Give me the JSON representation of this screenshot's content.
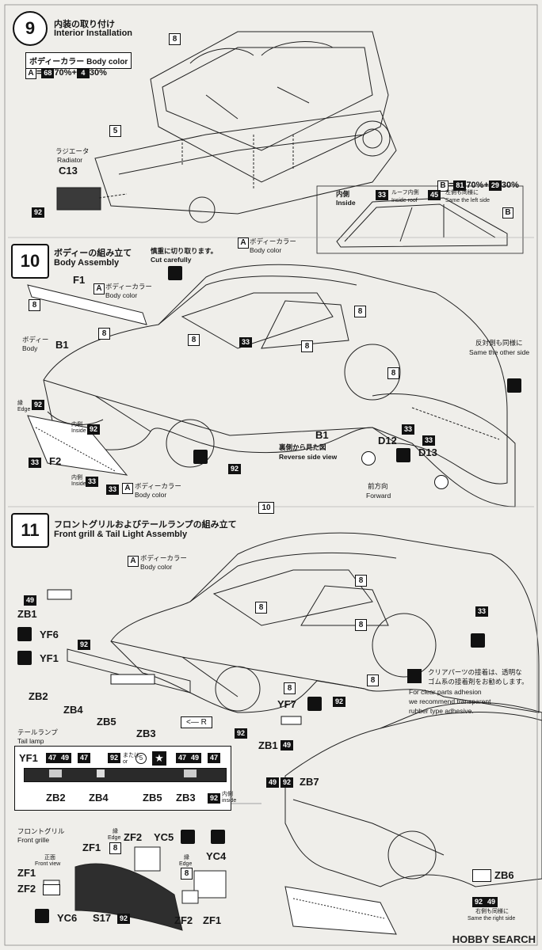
{
  "step9": {
    "number": "9",
    "title_jp": "内装の取り付け",
    "title_en": "Interior Installation",
    "body_color_jp": "ボディーカラー",
    "body_color_en": "Body color",
    "formula_A_letter": "A",
    "formula_A_c1": "68",
    "formula_A_p1": "70%",
    "formula_A_c2": "4",
    "formula_A_p2": "30%",
    "part8": "8",
    "part5": "5",
    "radiator_jp": "ラジエータ",
    "radiator_en": "Radiator",
    "radiator_part": "C13",
    "radiator_color": "92",
    "formula_B_letter": "B",
    "formula_B_c1": "81",
    "formula_B_p1": "70%",
    "formula_B_c2": "29",
    "formula_B_p2": "30%",
    "inside_jp": "内側",
    "inside_en": "Inside",
    "c33": "33",
    "roof_inside_jp": "ルーフ内側",
    "roof_inside_en": "Inside roof",
    "c45": "45",
    "same_left_jp": "左側も同様に",
    "same_left_en": "Same the left side",
    "label_B": "B"
  },
  "step10": {
    "number": "10",
    "title_jp": "ボディーの組み立て",
    "title_en": "Body Assembly",
    "cut_jp": "慎重に切り取ります。",
    "cut_en": "Cut carefully",
    "body_color_jp": "ボディーカラー",
    "body_color_en": "Body color",
    "label_A": "A",
    "part_F1": "F1",
    "part_B1": "B1",
    "body_jp": "ボディー",
    "body_en": "Body",
    "edge_jp": "縁",
    "edge_en": "Edge",
    "inside_jp": "内側",
    "inside_en": "Inside",
    "part_F2": "F2",
    "c8": "8",
    "c33": "33",
    "c92": "92",
    "same_other_jp": "反対側も同様に",
    "same_other_en": "Same the other side",
    "rev_part": "B1",
    "rev_jp": "裏側から見た図",
    "rev_en": "Reverse side view",
    "part_D12": "D12",
    "part_D13": "D13",
    "forward_jp": "前方向",
    "forward_en": "Forward"
  },
  "step11": {
    "number": "11",
    "title_jp": "フロントグリルおよびテールランプの組み立て",
    "title_en": "Front grill & Tail Light Assembly",
    "part10": "10",
    "body_color_jp": "ボディーカラー",
    "body_color_en": "Body color",
    "label_A": "A",
    "c49": "49",
    "c8": "8",
    "c33": "33",
    "c92": "92",
    "ZB1": "ZB1",
    "YF6": "YF6",
    "YF1": "YF1",
    "ZB2": "ZB2",
    "ZB4": "ZB4",
    "ZB5": "ZB5",
    "ZB3": "ZB3",
    "YF7": "YF7",
    "clear_jp_1": "クリアパーツの接着は、透明な",
    "clear_jp_2": "ゴム系の接着剤をお勧めします。",
    "clear_en_1": "For clear parts adhesion",
    "clear_en_2": "we recommend transparent",
    "clear_en_3": "rubber type adhesive.",
    "arrow_R": "R",
    "taillamp_jp": "テールランプ",
    "taillamp_en": "Tail lamp",
    "or_jp": "または",
    "or_en": "or",
    "c5": "5",
    "c47": "47",
    "inside_jp": "内側",
    "inside_en": "inside",
    "ZB7": "ZB7",
    "front_grille_jp": "フロントグリル",
    "front_grille_en": "Front grille",
    "front_view_jp": "正面",
    "front_view_en": "Front view",
    "ZF1": "ZF1",
    "ZF2": "ZF2",
    "YC5": "YC5",
    "YC4": "YC4",
    "YC6": "YC6",
    "S17": "S17",
    "edge_jp": "縁",
    "edge_en": "Edge",
    "ZB6": "ZB6",
    "same_right_jp": "右側も同様に",
    "same_right_en": "Same the right side"
  },
  "watermark": "HOBBY SEARCH"
}
